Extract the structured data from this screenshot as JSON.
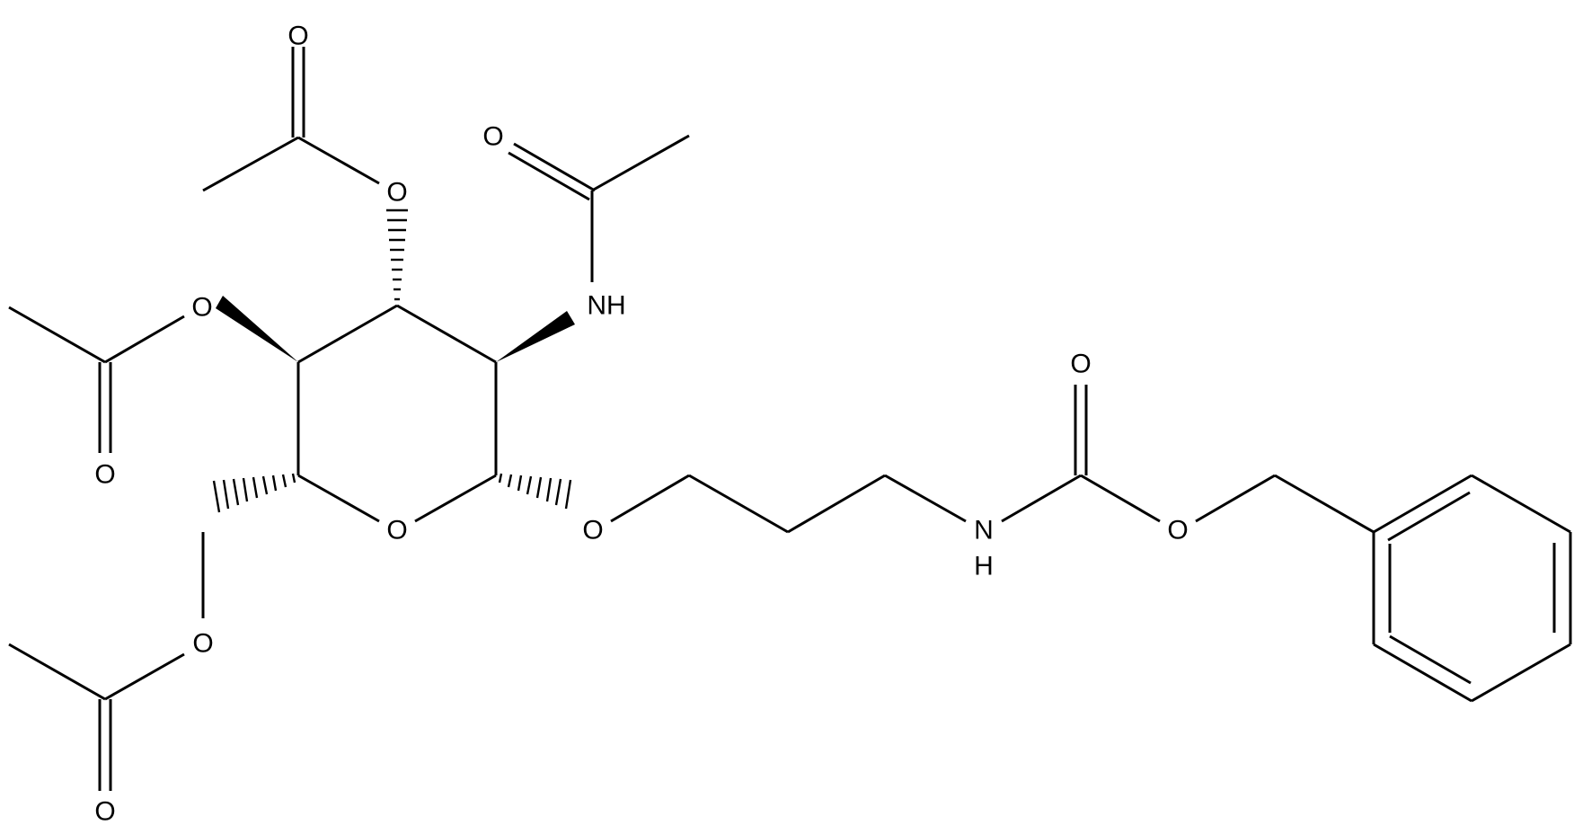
{
  "diagram": {
    "type": "chemical-structure",
    "ink_color": "#000000",
    "background": "#ffffff",
    "atom_labels": {
      "o_ac3_carbonyl": "O",
      "o_ac3_ester": "O",
      "o_amide_carbonyl": "O",
      "n_amide": "NH",
      "o_ac4_ester": "O",
      "o_ac4_carbonyl": "O",
      "o_ring": "O",
      "o_glycosidic": "O",
      "n_carbamate": "N",
      "h_carbamate": "H",
      "o_carbamate_carbonyl": "O",
      "o_carbamate_ester": "O",
      "o_ac6_ester": "O",
      "o_ac6_carbonyl": "O"
    }
  }
}
